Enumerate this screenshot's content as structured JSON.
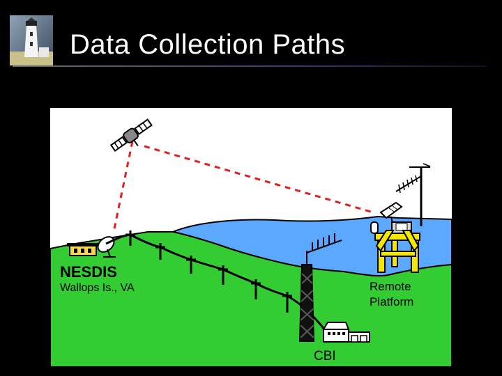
{
  "slide": {
    "title": "Data Collection Paths"
  },
  "diagram": {
    "labels": {
      "station": "NESDIS",
      "station_location": "Wallops Is., VA",
      "remote_line1": "Remote",
      "remote_line2": "Platform",
      "cbi": "CBI"
    },
    "colors": {
      "background": "#000000",
      "panel": "#ffffff",
      "land": "#33cc33",
      "water": "#5aa8ff",
      "signal_path": "#e02020",
      "platform": "#f5e800"
    }
  }
}
